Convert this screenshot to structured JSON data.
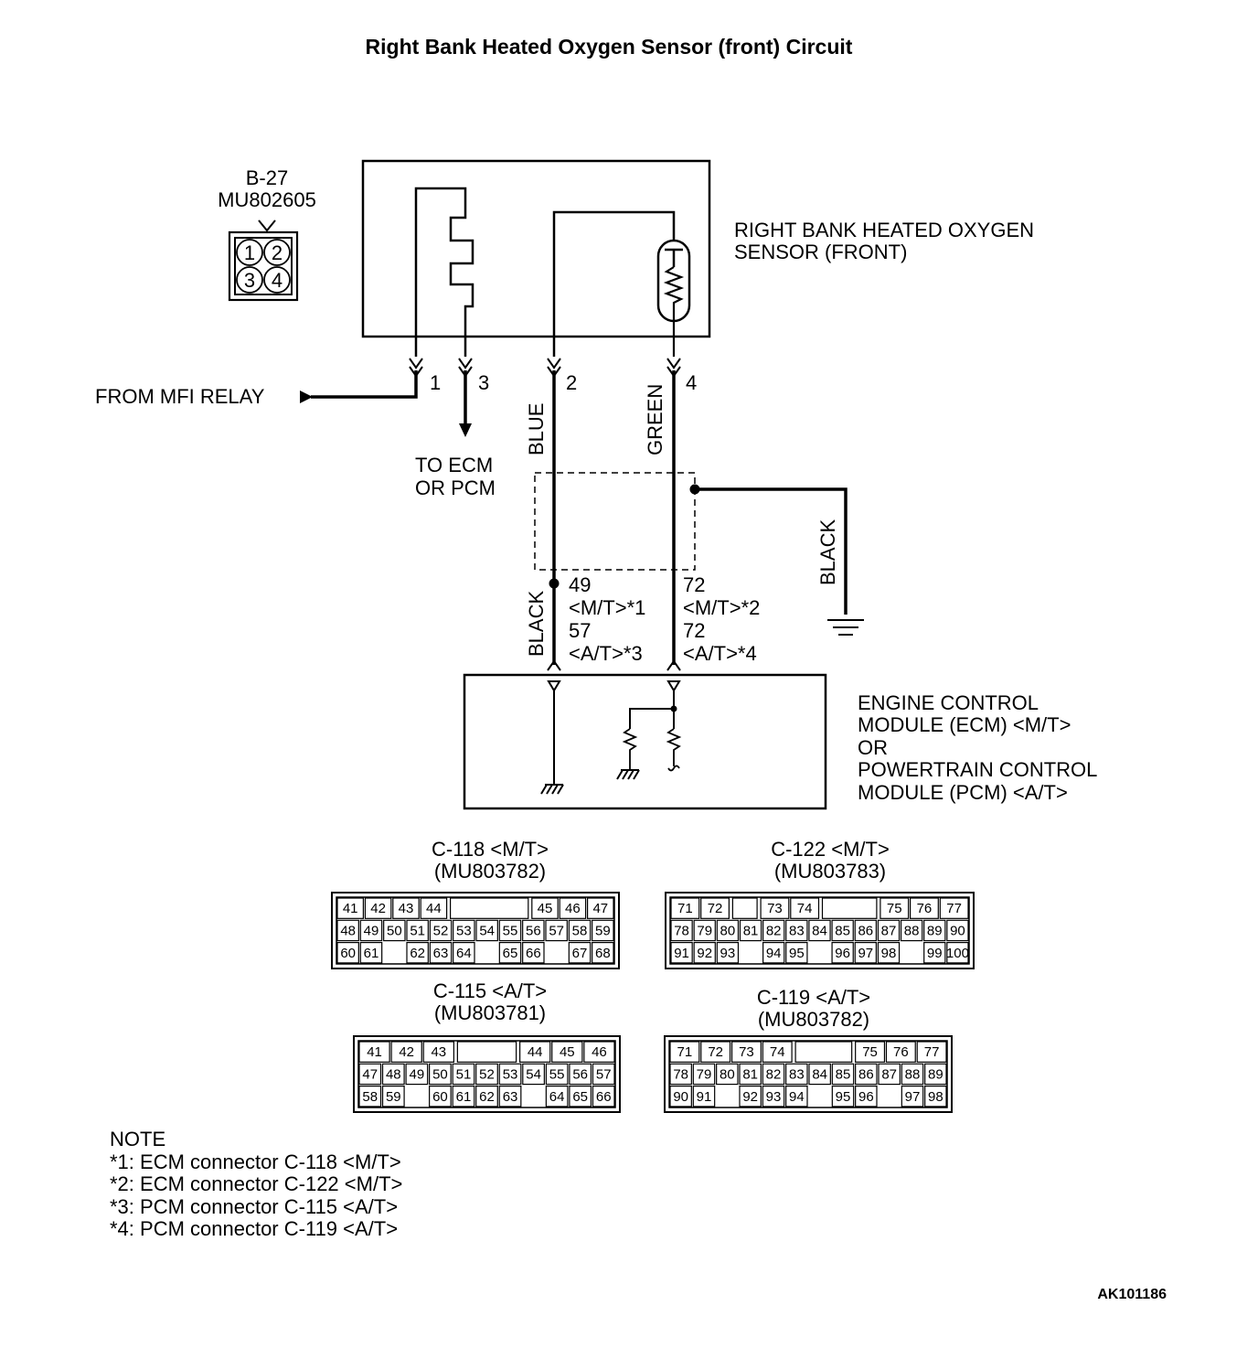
{
  "title": "Right Bank Heated Oxygen Sensor (front) Circuit",
  "sensor_connector": {
    "id": "B-27",
    "part": "MU802605",
    "pins": [
      "1",
      "2",
      "3",
      "4"
    ]
  },
  "sensor_label": [
    "RIGHT BANK HEATED OXYGEN",
    "SENSOR (FRONT)"
  ],
  "terminals": [
    "1",
    "3",
    "2",
    "4"
  ],
  "from_relay": "FROM MFI RELAY",
  "to_ecm": [
    "TO ECM",
    "OR PCM"
  ],
  "wire_colors": {
    "blue": "BLUE",
    "green": "GREEN",
    "black_shield": "BLACK",
    "black_lower": "BLACK"
  },
  "ecm_pins": {
    "left": [
      "49",
      "<M/T>*1",
      "57",
      "<A/T>*3"
    ],
    "right": [
      "72",
      "<M/T>*2",
      "72",
      "<A/T>*4"
    ]
  },
  "module_label": [
    "ENGINE CONTROL",
    "MODULE (ECM) <M/T>",
    "OR",
    "POWERTRAIN CONTROL",
    "MODULE (PCM) <A/T>"
  ],
  "connectors": [
    {
      "name": "C-118 <M/T>",
      "part": "(MU803782)",
      "rows": [
        [
          "41",
          "42",
          "43",
          "44",
          "",
          "",
          "",
          "45",
          "46",
          "47"
        ],
        [
          "48",
          "49",
          "50",
          "51",
          "52",
          "53",
          "54",
          "55",
          "56",
          "57",
          "58",
          "59"
        ],
        [
          "60",
          "61",
          "",
          "62",
          "63",
          "64",
          "",
          "65",
          "66",
          "",
          "67",
          "68"
        ]
      ]
    },
    {
      "name": "C-122 <M/T>",
      "part": "(MU803783)",
      "rows": [
        [
          "71",
          "72",
          "",
          "73",
          "74",
          "",
          "",
          "75",
          "76",
          "77"
        ],
        [
          "78",
          "79",
          "80",
          "81",
          "82",
          "83",
          "84",
          "85",
          "86",
          "87",
          "88",
          "89",
          "90"
        ],
        [
          "91",
          "92",
          "93",
          "",
          "94",
          "95",
          "",
          "96",
          "97",
          "98",
          "",
          "99",
          "100"
        ]
      ]
    },
    {
      "name": "C-115 <A/T>",
      "part": "(MU803781)",
      "rows": [
        [
          "41",
          "42",
          "43",
          "",
          "",
          "44",
          "45",
          "46"
        ],
        [
          "47",
          "48",
          "49",
          "50",
          "51",
          "52",
          "53",
          "54",
          "55",
          "56",
          "57"
        ],
        [
          "58",
          "59",
          "",
          "60",
          "61",
          "62",
          "63",
          "",
          "64",
          "65",
          "66"
        ]
      ]
    },
    {
      "name": "C-119 <A/T>",
      "part": "(MU803782)",
      "rows": [
        [
          "71",
          "72",
          "73",
          "74",
          "",
          "",
          "75",
          "76",
          "77"
        ],
        [
          "78",
          "79",
          "80",
          "81",
          "82",
          "83",
          "84",
          "85",
          "86",
          "87",
          "88",
          "89"
        ],
        [
          "90",
          "91",
          "",
          "92",
          "93",
          "94",
          "",
          "95",
          "96",
          "",
          "97",
          "98"
        ]
      ]
    }
  ],
  "note": {
    "heading": "NOTE",
    "lines": [
      "*1: ECM connector C-118 <M/T>",
      "*2: ECM connector C-122 <M/T>",
      "*3: PCM connector C-115 <A/T>",
      "*4: PCM connector C-119 <A/T>"
    ]
  },
  "figure_code": "AK101186"
}
